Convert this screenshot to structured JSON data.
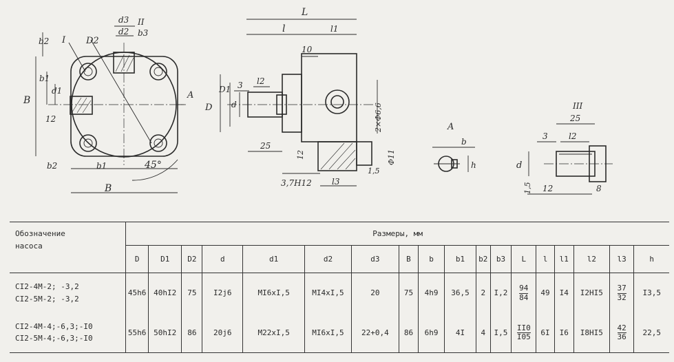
{
  "drawing": {
    "front_labels": {
      "b2": "b2",
      "I": "I",
      "D2": "D2",
      "d3": "d3",
      "d2": "d2",
      "II": "II",
      "b3": "b3",
      "B": "B",
      "b1": "b1",
      "d1": "d1",
      "n12": "12",
      "b2_bottom": "b2",
      "b1_bottom": "b1",
      "B_bottom": "B",
      "angle": "45°"
    },
    "side_labels": {
      "L": "L",
      "l": "l",
      "l1": "l1",
      "n10": "10",
      "l2": "l2",
      "n3": "3",
      "A": "A",
      "D": "D",
      "D1": "D1",
      "d": "d",
      "n25": "25",
      "hole": "2×Φ6,6",
      "phi11": "Φ11",
      "n15": "1,5",
      "h12": "3,7H12",
      "l3": "l3",
      "n12": "12"
    },
    "sectionA_labels": {
      "A": "A",
      "b": "b",
      "h": "h"
    },
    "detail_labels": {
      "III": "III",
      "n25": "25",
      "n3": "3",
      "l2": "l2",
      "d": "d",
      "n15": "1,5",
      "n12": "12",
      "n8": "8"
    }
  },
  "table": {
    "header_name": [
      "Обозначение",
      "насоса"
    ],
    "header_group": "Размеры, мм",
    "columns": [
      "D",
      "D1",
      "D2",
      "d",
      "d1",
      "d2",
      "d3",
      "B",
      "b",
      "b1",
      "b2",
      "b3",
      "L",
      "l",
      "l1",
      "l2",
      "l3",
      "h"
    ],
    "rows": [
      {
        "names": [
          "CI2-4M-2; -3,2",
          "CI2-5M-2; -3,2"
        ],
        "D": "45h6",
        "D1": "40hI2",
        "D2": "75",
        "d": "I2j6",
        "d1": "MI6xI,5",
        "d2": "MI4xI,5",
        "d3": "20",
        "B": "75",
        "b": "4h9",
        "b1": "36,5",
        "b2": "2",
        "b3": "I,2",
        "L": {
          "num": "94",
          "den": "84"
        },
        "l": "49",
        "l1": "I4",
        "l2": "I2HI5",
        "l3": {
          "num": "37",
          "den": "32"
        },
        "h": "I3,5"
      },
      {
        "names": [
          "CI2-4M-4;-6,3;-I0",
          "CI2-5M-4;-6,3;-I0"
        ],
        "D": "55h6",
        "D1": "50hI2",
        "D2": "86",
        "d": "20j6",
        "d1": "M22xI,5",
        "d2": "MI6xI,5",
        "d3": "22+0,4",
        "B": "86",
        "b": "6h9",
        "b1": "4I",
        "b2": "4",
        "b3": "I,5",
        "L": {
          "num": "II0",
          "den": "I05"
        },
        "l": "6I",
        "l1": "I6",
        "l2": "I8HI5",
        "l3": {
          "num": "42",
          "den": "36"
        },
        "h": "22,5"
      }
    ]
  }
}
